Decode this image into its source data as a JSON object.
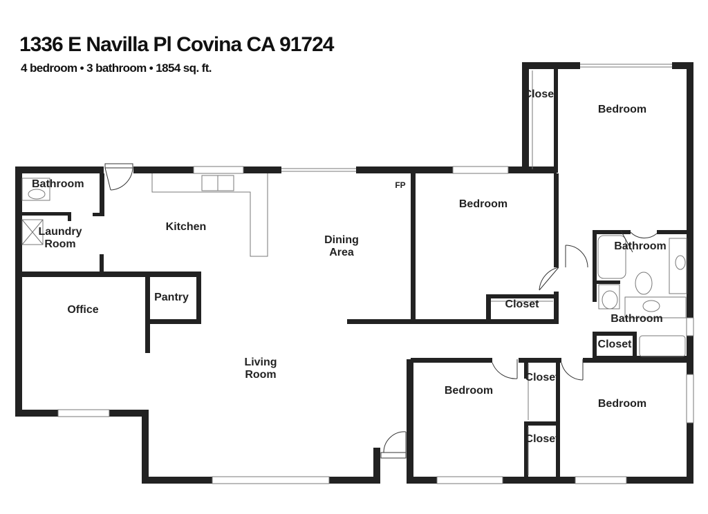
{
  "header": {
    "title": "1336  E Navilla Pl   Covina CA  91724",
    "subtitle": "4 bedroom  •  3 bathroom  • 1854 sq. ft."
  },
  "rooms": {
    "bathroom_nw": "Bathroom",
    "laundry_1": "Laundry",
    "laundry_2": "Room",
    "kitchen": "Kitchen",
    "dining_1": "Dining",
    "dining_2": "Area",
    "fireplace": "FP",
    "bedroom_center": "Bedroom",
    "closet_top": "Closet",
    "bedroom_ne": "Bedroom",
    "bathroom_e1": "Bathroom",
    "closet_mid": "Closet",
    "bathroom_e2": "Bathroom",
    "closet_e": "Closet",
    "office": "Office",
    "pantry": "Pantry",
    "living_1": "Living",
    "living_2": "Room",
    "bedroom_sc": "Bedroom",
    "closet_s1": "Closet",
    "closet_s2": "Closet",
    "bedroom_se": "Bedroom"
  }
}
